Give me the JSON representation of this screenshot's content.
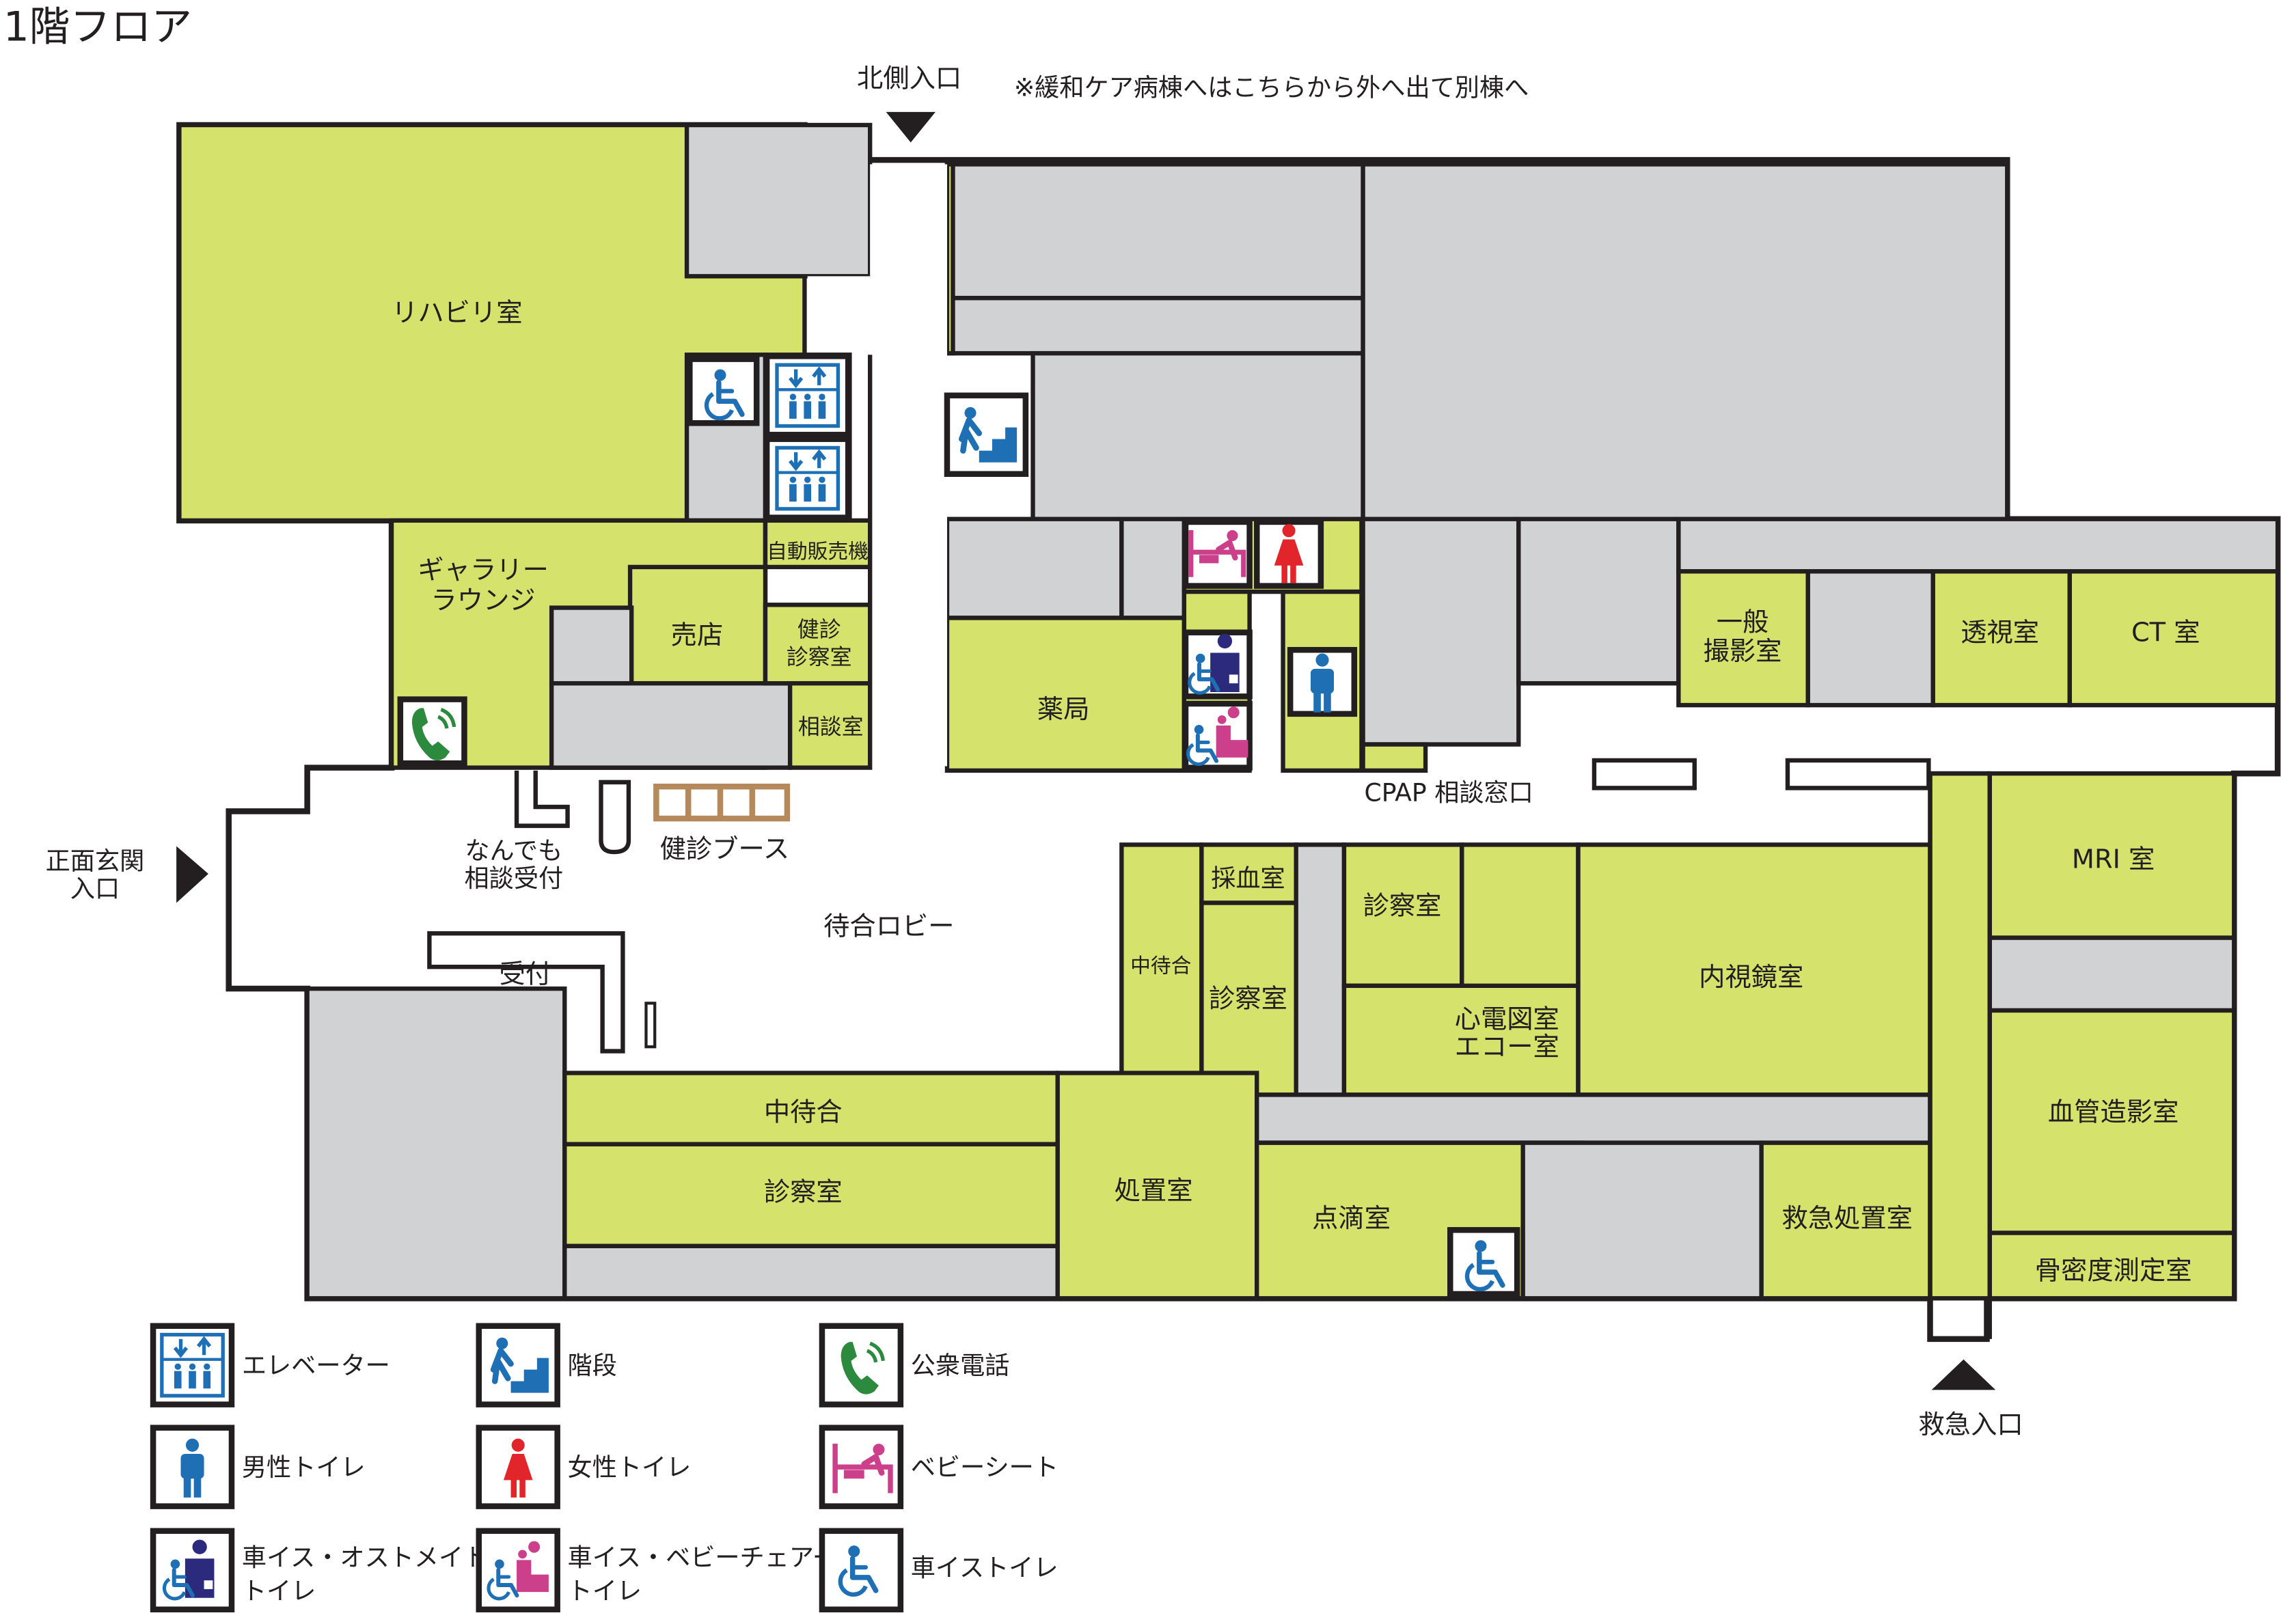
{
  "floor_title": "1階フロア",
  "entrances": {
    "north": "北側入口",
    "main_line1": "正面玄関",
    "main_line2": "入口",
    "emergency": "救急入口"
  },
  "note": "※緩和ケア病棟へはこちらから外へ出て別棟へ",
  "rooms": {
    "rehab": "リハビリ室",
    "gallery_line1": "ギャラリー",
    "gallery_line2": "ラウンジ",
    "shop": "売店",
    "vending": "自動販売機",
    "checkup_line1": "健診",
    "checkup_line2": "診察室",
    "consult": "相談室",
    "pharmacy": "薬局",
    "xray_line1": "一般",
    "xray_line2": "撮影室",
    "fluoro": "透視室",
    "ct": "CT 室",
    "mri": "MRI 室",
    "angio": "血管造影室",
    "bone": "骨密度測定室",
    "blood": "採血室",
    "mid_wait_v": "中待合",
    "exam": "診察室",
    "endoscopy": "内視鏡室",
    "ecg_line1": "心電図室",
    "ecg_line2": "エコー室",
    "mid_wait_h": "中待合",
    "treatment": "処置室",
    "drip": "点滴室",
    "emergency_room": "救急処置室"
  },
  "labels": {
    "cpap": "CPAP 相談窓口",
    "any_consult_line1": "なんでも",
    "any_consult_line2": "相談受付",
    "checkup_booth": "健診ブース",
    "waiting_lobby": "待合ロビー",
    "reception": "受付"
  },
  "legend": [
    {
      "icon": "elevator-icon",
      "label": "エレベーター"
    },
    {
      "icon": "stairs-icon",
      "label": "階段"
    },
    {
      "icon": "payphone-icon",
      "label": "公衆電話"
    },
    {
      "icon": "mens-toilet-icon",
      "label": "男性トイレ"
    },
    {
      "icon": "womens-toilet-icon",
      "label": "女性トイレ"
    },
    {
      "icon": "baby-seat-icon",
      "label": "ベビーシート"
    },
    {
      "icon": "ostomate-toilet-icon",
      "label_line1": "車イス・オストメイト",
      "label_line2": "トイレ"
    },
    {
      "icon": "wheelchair-baby-toilet-icon",
      "label_line1": "車イス・ベビーチェアー",
      "label_line2": "トイレ"
    },
    {
      "icon": "wheelchair-toilet-icon",
      "label": "車イストイレ"
    }
  ],
  "colors": {
    "room_fill": "#d5e26b",
    "service_fill": "#d1d2d4",
    "icon_blue": "#1e6fb4",
    "icon_navy": "#2b2a7c",
    "icon_green": "#2b8a3e",
    "icon_pink": "#cc3f8a",
    "icon_red": "#e1252b",
    "outline": "#231f20"
  }
}
